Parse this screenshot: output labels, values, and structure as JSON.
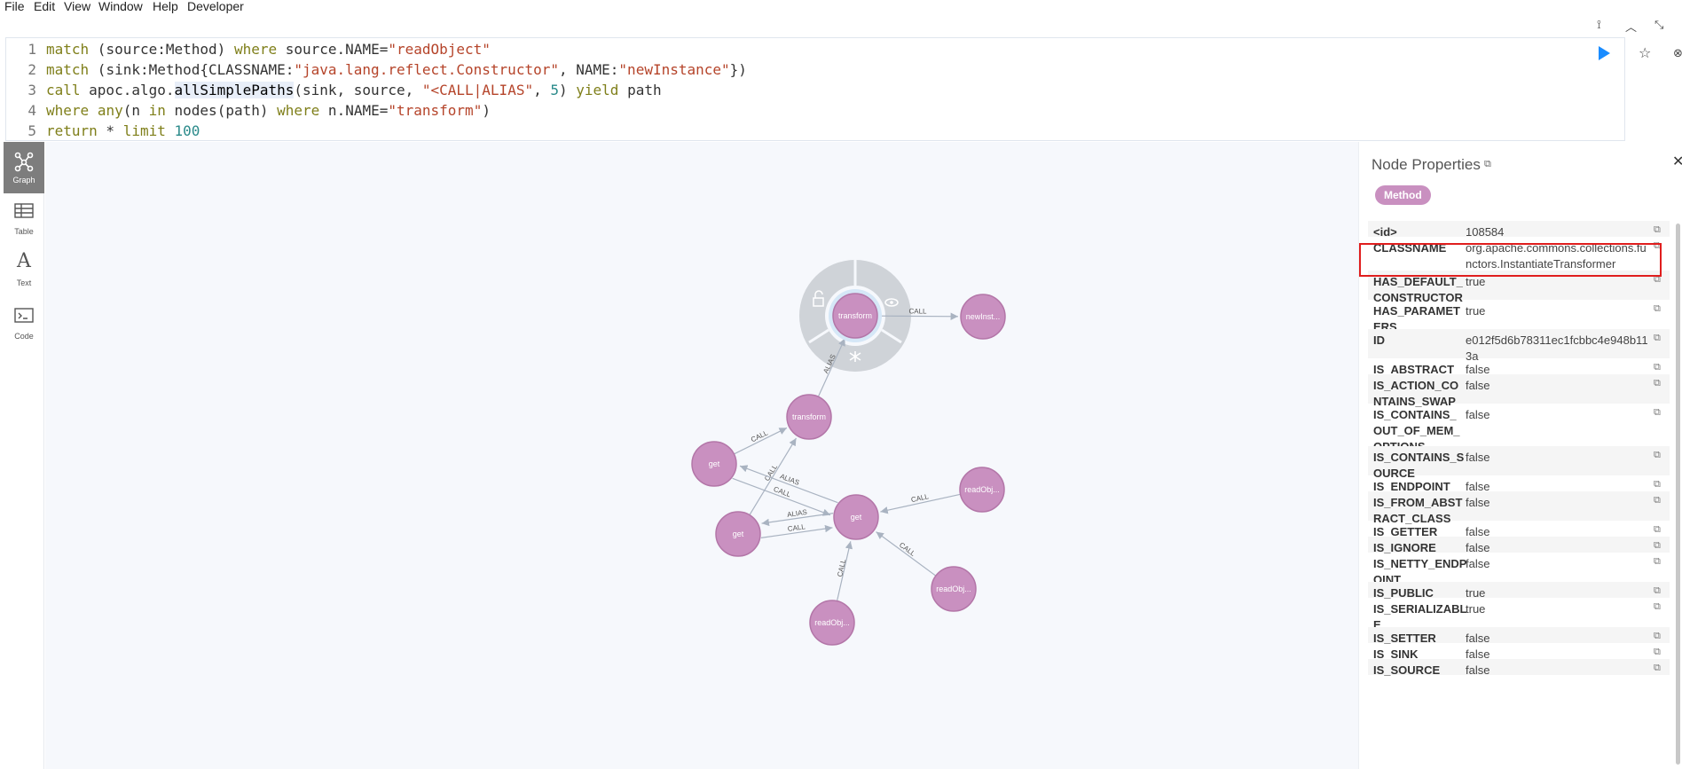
{
  "menu": [
    "File",
    "Edit",
    "View",
    "Window",
    "Help",
    "Developer"
  ],
  "editor": {
    "lines": [
      {
        "n": "1",
        "parts": [
          [
            "kw",
            "match"
          ],
          [
            "p",
            " (source:Method) "
          ],
          [
            "kw",
            "where"
          ],
          [
            "p",
            " source.NAME="
          ],
          [
            "str",
            "\"readObject\""
          ]
        ]
      },
      {
        "n": "2",
        "parts": [
          [
            "kw",
            "match"
          ],
          [
            "p",
            " (sink:Method{CLASSNAME:"
          ],
          [
            "str",
            "\"java.lang.reflect.Constructor\""
          ],
          [
            "p",
            ", NAME:"
          ],
          [
            "str",
            "\"newInstance\""
          ],
          [
            "p",
            "})"
          ]
        ]
      },
      {
        "n": "3",
        "parts": [
          [
            "kw",
            "call"
          ],
          [
            "p",
            " apoc.algo."
          ],
          [
            "fn",
            "allSimplePaths"
          ],
          [
            "p",
            "(sink, source, "
          ],
          [
            "str",
            "\"<CALL|ALIAS\""
          ],
          [
            "p",
            ", "
          ],
          [
            "num",
            "5"
          ],
          [
            "p",
            ") "
          ],
          [
            "kw",
            "yield"
          ],
          [
            "p",
            " path"
          ]
        ]
      },
      {
        "n": "4",
        "parts": [
          [
            "kw",
            "where"
          ],
          [
            "p",
            " "
          ],
          [
            "kw",
            "any"
          ],
          [
            "p",
            "(n "
          ],
          [
            "kw",
            "in"
          ],
          [
            "p",
            " nodes(path) "
          ],
          [
            "kw",
            "where"
          ],
          [
            "p",
            " n.NAME="
          ],
          [
            "str",
            "\"transform\""
          ],
          [
            "p",
            ")"
          ]
        ]
      },
      {
        "n": "5",
        "parts": [
          [
            "kw",
            "return"
          ],
          [
            "p",
            " * "
          ],
          [
            "kw",
            "limit"
          ],
          [
            "p",
            " "
          ],
          [
            "num",
            "100"
          ]
        ]
      }
    ]
  },
  "sidebar": [
    {
      "label": "Graph",
      "icon": "graph-icon",
      "active": true
    },
    {
      "label": "Table",
      "icon": "table-icon",
      "active": false
    },
    {
      "label": "Text",
      "icon": "text-icon",
      "active": false
    },
    {
      "label": "Code",
      "icon": "code-icon",
      "active": false
    }
  ],
  "graph": {
    "node_color": "#c990c0",
    "nodes": [
      {
        "id": "t1",
        "label": "transform"
      },
      {
        "id": "ni",
        "label": "newInst..."
      },
      {
        "id": "t2",
        "label": "transform"
      },
      {
        "id": "g1",
        "label": "get"
      },
      {
        "id": "g2",
        "label": "get"
      },
      {
        "id": "g3",
        "label": "get"
      },
      {
        "id": "r1",
        "label": "readObj..."
      },
      {
        "id": "r2",
        "label": "readObj..."
      },
      {
        "id": "r3",
        "label": "readObj..."
      }
    ],
    "edges": [
      {
        "from": "t1",
        "to": "ni",
        "label": "CALL"
      },
      {
        "from": "t2",
        "to": "t1",
        "label": "ALIAS"
      },
      {
        "from": "g1",
        "to": "t2",
        "label": "CALL"
      },
      {
        "from": "g3",
        "to": "t2",
        "label": "CALL"
      },
      {
        "from": "g2",
        "to": "g1",
        "label": "ALIAS"
      },
      {
        "from": "g1",
        "to": "g2",
        "label": "CALL"
      },
      {
        "from": "g2",
        "to": "g3",
        "label": "ALIAS"
      },
      {
        "from": "g3",
        "to": "g2",
        "label": "CALL"
      },
      {
        "from": "r1",
        "to": "g2",
        "label": "CALL"
      },
      {
        "from": "r2",
        "to": "g2",
        "label": "CALL"
      },
      {
        "from": "r3",
        "to": "g2",
        "label": "CALL"
      }
    ]
  },
  "panel": {
    "title": "Node Properties",
    "badge": "Method",
    "rows": [
      {
        "key": "<id>",
        "value": "108584"
      },
      {
        "key": "CLASSNAME",
        "value": "org.apache.commons.collections.fu nctors.InstantiateTransformer"
      },
      {
        "key": "HAS_DEFAULT_ CONSTRUCTOR",
        "value": "true"
      },
      {
        "key": "HAS_PARAMET ERS",
        "value": "true"
      },
      {
        "key": "ID",
        "value": "e012f5d6b78311ec1fcbbc4e948b11 3a"
      },
      {
        "key": "IS_ABSTRACT",
        "value": "false"
      },
      {
        "key": "IS_ACTION_CO NTAINS_SWAP",
        "value": "false"
      },
      {
        "key": "IS_CONTAINS_ OUT_OF_MEM_ OPTIONS",
        "value": "false"
      },
      {
        "key": "IS_CONTAINS_S OURCE",
        "value": "false"
      },
      {
        "key": "IS_ENDPOINT",
        "value": "false"
      },
      {
        "key": "IS_FROM_ABST RACT_CLASS",
        "value": "false"
      },
      {
        "key": "IS_GETTER",
        "value": "false"
      },
      {
        "key": "IS_IGNORE",
        "value": "false"
      },
      {
        "key": "IS_NETTY_ENDP OINT",
        "value": "false"
      },
      {
        "key": "IS_PUBLIC",
        "value": "true"
      },
      {
        "key": "IS_SERIALIZABL E",
        "value": "true"
      },
      {
        "key": "IS_SETTER",
        "value": "false"
      },
      {
        "key": "IS_SINK",
        "value": "false"
      },
      {
        "key": "IS_SOURCE",
        "value": "false"
      }
    ]
  }
}
